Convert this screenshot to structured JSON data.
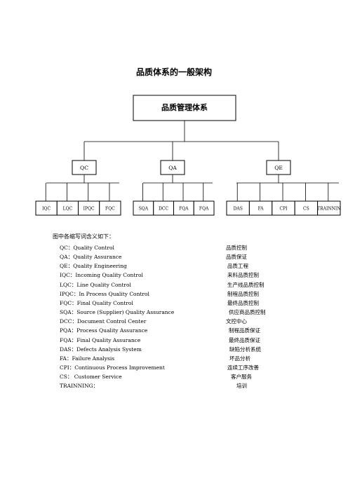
{
  "title": "品质体系的一般架构",
  "root": "品质管理体系",
  "groups": [
    {
      "label": "QC",
      "children": [
        "IQC",
        "LQC",
        "IPQC",
        "FQC"
      ]
    },
    {
      "label": "QA",
      "children": [
        "SQA",
        "DCC",
        "FQA",
        "FQA"
      ]
    },
    {
      "label": "QE",
      "children": [
        "DAS",
        "FA",
        "CPI",
        "CS",
        "TRAINNIN"
      ]
    }
  ],
  "legend_heading": "图中各缩写词含义如下：",
  "legend": [
    {
      "abbr": "QC：Quality Control",
      "cn": "品质控制"
    },
    {
      "abbr": "QA：Quality Assurance",
      "cn": "品质保证"
    },
    {
      "abbr": "QE：Quality Engineering",
      "cn": "品质工程"
    },
    {
      "abbr": "IQC：Incoming    Quality Control",
      "cn": "来料品质控制"
    },
    {
      "abbr": "LQC：Line Quality Control",
      "cn": "生产线品质控制"
    },
    {
      "abbr": "IPQC：In Process Quality Control",
      "cn": "制程品质控制"
    },
    {
      "abbr": "FQC：Final Quality Control",
      "cn": "最终品质控制"
    },
    {
      "abbr": "SQA：Source (Supplier) Quality Assurance",
      "cn": "供应商品质控制"
    },
    {
      "abbr": "DCC：Document Control Center",
      "cn": "文控中心"
    },
    {
      "abbr": "PQA：Process Quality Assurance",
      "cn": "制程品质保证"
    },
    {
      "abbr": "FQA：Final Quality Assurance",
      "cn": "最终品质保证"
    },
    {
      "abbr": "DAS：Defects Analysis System",
      "cn": "缺陷分析系统"
    },
    {
      "abbr": "FA：Failure Analysis",
      "cn": "坏品分析"
    },
    {
      "abbr": "CPI：Continuous Process Improvement",
      "cn": "连续工序改善"
    },
    {
      "abbr": "CS：  Customer Service",
      "cn": "客户服务"
    },
    {
      "abbr": "TRAINNING：",
      "cn": "培训"
    }
  ]
}
